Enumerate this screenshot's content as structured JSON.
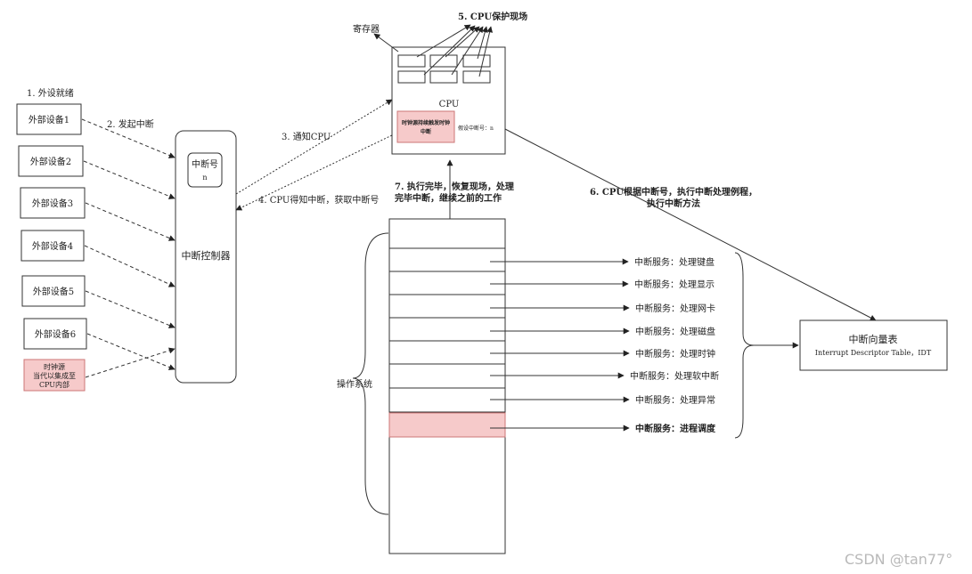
{
  "steps": {
    "s1": "1. 外设就绪",
    "s2": "2. 发起中断",
    "s3": "3. 通知CPU",
    "s4": "4. CPU得知中断，获取中断号",
    "s5": "5. CPU保护现场",
    "s6a": "6. CPU根据中断号，执行中断处理例程，",
    "s6b": "执行中断方法",
    "s7a": "7. 执行完毕，恢复现场，处理",
    "s7b": "完毕中断，继续之前的工作"
  },
  "devices": [
    "外部设备1",
    "外部设备2",
    "外部设备3",
    "外部设备4",
    "外部设备5",
    "外部设备6"
  ],
  "clock_source": [
    "时钟源",
    "当代以集成至",
    "CPU内部"
  ],
  "controller": {
    "label": "中断控制器",
    "number_label": "中断号",
    "number_value": "n"
  },
  "cpu": {
    "label": "CPU",
    "registers_label": "寄存器",
    "clock_note_lines": [
      "时钟源持续触发时钟",
      "中断"
    ],
    "assume_label": "假设中断号：n"
  },
  "os_label": "操作系统",
  "services": [
    "中断服务：处理键盘",
    "中断服务：处理显示",
    "中断服务：处理网卡",
    "中断服务：处理磁盘",
    "中断服务：处理时钟",
    "中断服务：处理软中断",
    "中断服务：处理异常",
    "中断服务：进程调度"
  ],
  "idt": {
    "title": "中断向量表",
    "subtitle": "Interrupt Descriptor Table，IDT"
  },
  "watermark": "CSDN @tan77°"
}
